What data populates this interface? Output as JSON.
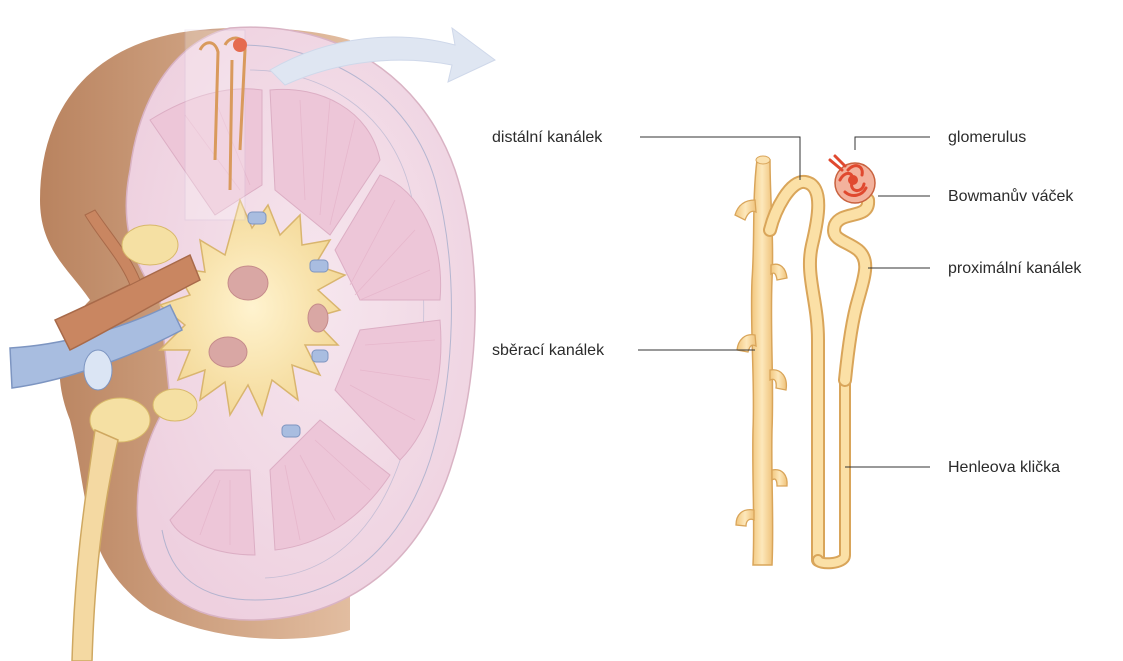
{
  "labels": {
    "distal": "distální kanálek",
    "glomerulus": "glomerulus",
    "bowman": "Bowmanův váček",
    "proximal": "proximální kanálek",
    "collecting": "sběrací kanálek",
    "henle": "Henleova klička"
  },
  "colors": {
    "kidney_outer": "#c99b78",
    "kidney_cortex": "#f3dde7",
    "pyramid": "#ecc9da",
    "pelvis": "#fbe7b4",
    "artery": "#c9825c",
    "vein": "#9fb4d8",
    "tubule": "#f6d79b",
    "tubule_stroke": "#d9a55a",
    "glomerulus": "#e2543c",
    "arrow": "#dfe6f2",
    "leader": "#333333"
  }
}
